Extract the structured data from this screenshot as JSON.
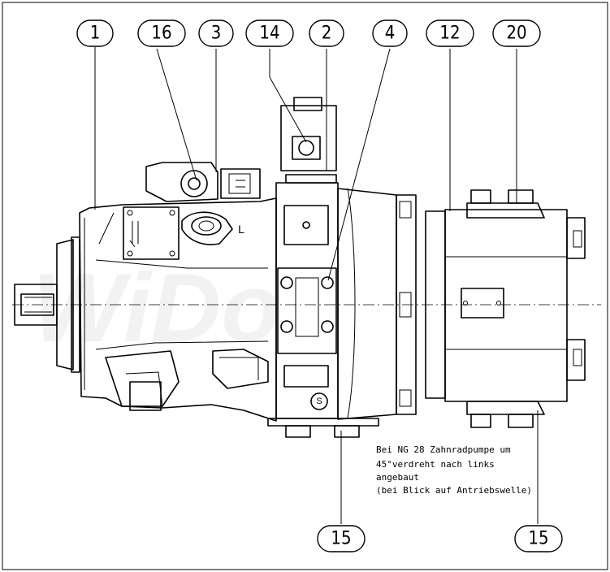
{
  "callouts": [
    {
      "id": "c1",
      "label": "1"
    },
    {
      "id": "c16",
      "label": "16"
    },
    {
      "id": "c3",
      "label": "3"
    },
    {
      "id": "c14",
      "label": "14"
    },
    {
      "id": "c2",
      "label": "2"
    },
    {
      "id": "c4",
      "label": "4"
    },
    {
      "id": "c12",
      "label": "12"
    },
    {
      "id": "c20",
      "label": "20"
    },
    {
      "id": "c15a",
      "label": "15"
    },
    {
      "id": "c15b",
      "label": "15"
    }
  ],
  "note": {
    "lines": [
      "Bei NG 28 Zahnradpumpe um",
      "45°verdreht nach links",
      "angebaut",
      "(bei Blick auf Antriebswelle)"
    ]
  },
  "port_marks": {
    "L": "L",
    "S": "S"
  },
  "watermark": "WiDo"
}
